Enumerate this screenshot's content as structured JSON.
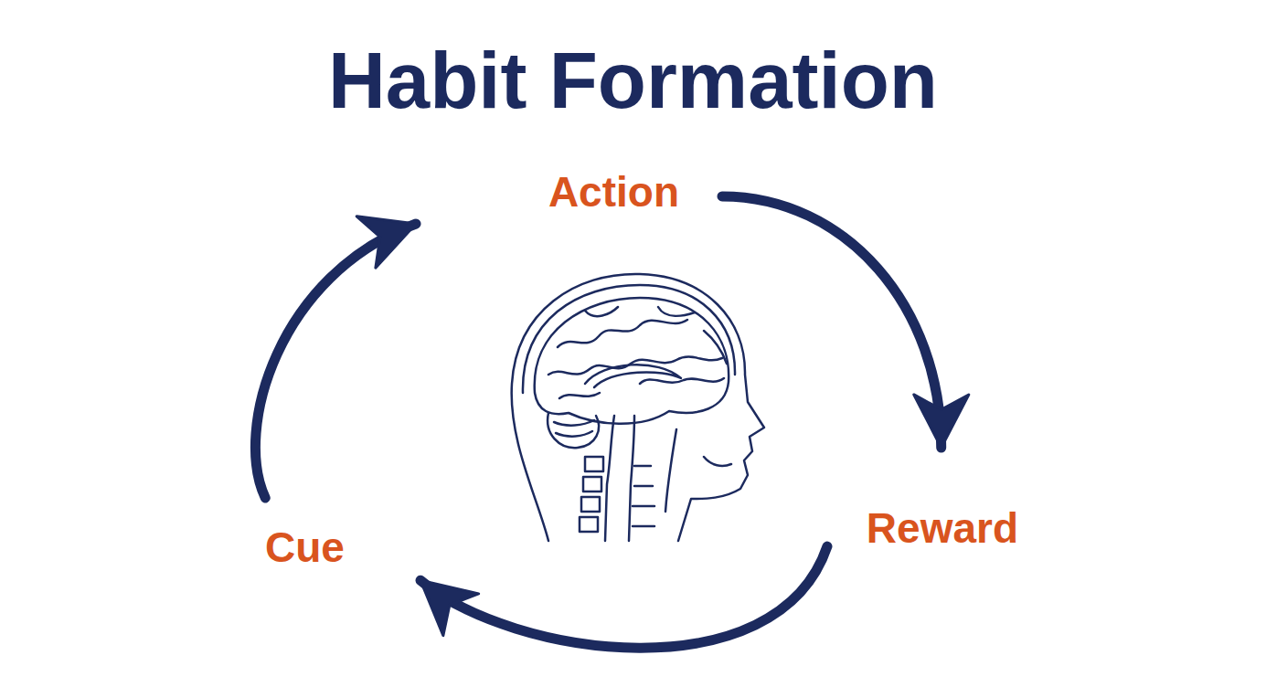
{
  "diagram": {
    "title": "Habit Formation",
    "nodes": [
      {
        "text": [
          "Action"
        ]
      },
      {
        "text": [
          "Reward"
        ]
      },
      {
        "text": [
          "Cue"
        ]
      }
    ],
    "edges": [
      {
        "from": 2,
        "to": 0,
        "arrow": "to"
      },
      {
        "from": 0,
        "to": 1,
        "arrow": "to"
      },
      {
        "from": 1,
        "to": 2,
        "arrow": "to"
      }
    ]
  }
}
